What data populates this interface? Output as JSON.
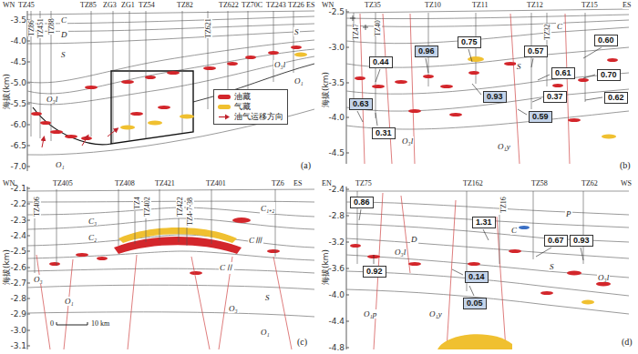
{
  "diagram": {
    "nodes": [
      {
        "text": [
          "0.44"
        ]
      },
      {
        "text": [
          "0.96"
        ]
      },
      {
        "text": [
          "0.75"
        ]
      },
      {
        "text": [
          "0.57"
        ]
      },
      {
        "text": [
          "0.60"
        ]
      },
      {
        "text": [
          "0.63"
        ]
      },
      {
        "text": [
          "0.31"
        ]
      },
      {
        "text": [
          "0.93"
        ]
      },
      {
        "text": [
          "0.61"
        ]
      },
      {
        "text": [
          "0.37"
        ]
      },
      {
        "text": [
          "0.59"
        ]
      },
      {
        "text": [
          "0.70"
        ]
      },
      {
        "text": [
          "0.62"
        ]
      },
      {
        "text": [
          "0.86"
        ]
      },
      {
        "text": [
          "1.31"
        ]
      },
      {
        "text": [
          "0.67"
        ]
      },
      {
        "text": [
          "0.93"
        ]
      },
      {
        "text": [
          "0.92"
        ]
      },
      {
        "text": [
          "0.14"
        ]
      },
      {
        "text": [
          "0.05"
        ]
      }
    ],
    "labels": [
      "WN",
      "TZ45",
      "TZ85",
      "ZG3",
      "ZG1",
      "TZ54",
      "TZ82",
      "TZ622",
      "TZ70C",
      "TZ243",
      "TZ26",
      "ES",
      "TZ86",
      "TZ451",
      "TZ88",
      "TZ621",
      "C",
      "D",
      "S",
      "S",
      "O₃l",
      "O₃l",
      "O₁",
      "O₁",
      "-3.5",
      "-4.0",
      "-4.5",
      "-5.0",
      "-5.5",
      "-6.0",
      "-6.5",
      "-7.0",
      "海拔(km)",
      "(a)",
      "WN",
      "TZ35",
      "TZ10",
      "TZ11",
      "TZ12",
      "TZ15",
      "ES",
      "TZ47",
      "TZ40",
      "TZ32",
      "C",
      "S",
      "O₃l",
      "O₁y",
      "-2.5",
      "-3.0",
      "-3.5",
      "-4.0",
      "-4.5",
      "海拔(km)",
      "(b)",
      "WN",
      "TZ405",
      "TZ408",
      "TZ421",
      "TZ401",
      "TZ6",
      "ES",
      "TZ406",
      "TZ4",
      "TZ402",
      "TZ422",
      "TZ4-7-38",
      "C₁₊₂",
      "C₃",
      "C₂",
      "CⅢ",
      "CⅡ",
      "O₃",
      "O₁",
      "S",
      "O₃",
      "O₁",
      "0",
      "10 km",
      "-2.1",
      "-2.2",
      "-2.3",
      "-2.4",
      "-2.5",
      "-2.6",
      "-2.7",
      "-2.8",
      "-2.9",
      "-3.0",
      "-3.1",
      "海拔(km)",
      "(c)",
      "EN",
      "TZ75",
      "TZ162",
      "TZ58",
      "TZ62",
      "WS",
      "TZ16",
      "P",
      "C",
      "D",
      "S",
      "O₃l",
      "O₃l",
      "O₁p",
      "O₁y",
      "-2.4",
      "-2.8",
      "-3.2",
      "-3.6",
      "-4.0",
      "-4.4",
      "-4.8",
      "海拔(km)",
      "(d)"
    ],
    "legend": [
      {
        "text": "油藏",
        "color": "#d3262b"
      },
      {
        "text": "气藏",
        "color": "#f0c030"
      },
      {
        "text": "油气运移方向"
      }
    ]
  }
}
